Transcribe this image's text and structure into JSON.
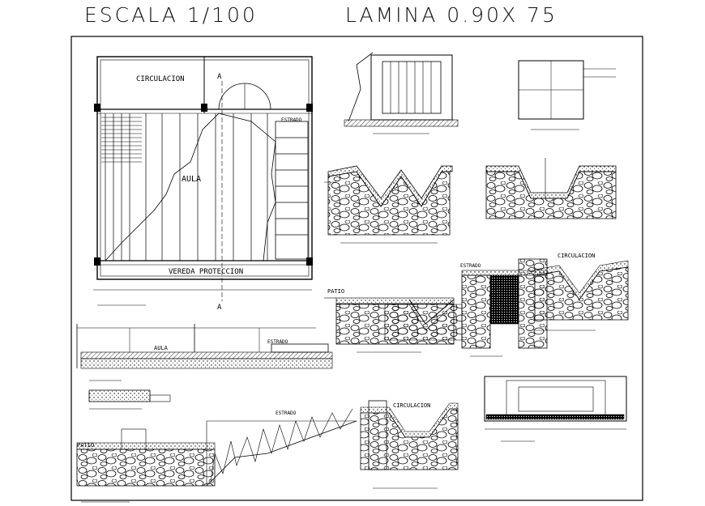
{
  "header": {
    "scale": "ESCALA  1/100",
    "sheet": "LAMINA  0.90X  75"
  },
  "labels": {
    "circulacion_top": "CIRCULACION",
    "aula_plan": "AULA",
    "estrado_plan": "ESTRADO",
    "vereda_proteccion": "VEREDA PROTECCION",
    "section_mark_top": "A",
    "section_mark_bottom": "A",
    "aula_section": "AULA",
    "estrado_section": "ESTRADO",
    "patio_mid": "PATIO",
    "estrado_mid": "ESTRADO",
    "circulacion_mid": "CIRCULACION",
    "estrado_low": "ESTRADO",
    "circulacion_low": "CIRCULACION",
    "patio_low": "PATIO"
  },
  "colors": {
    "ink": "#000000",
    "paper": "#ffffff"
  }
}
